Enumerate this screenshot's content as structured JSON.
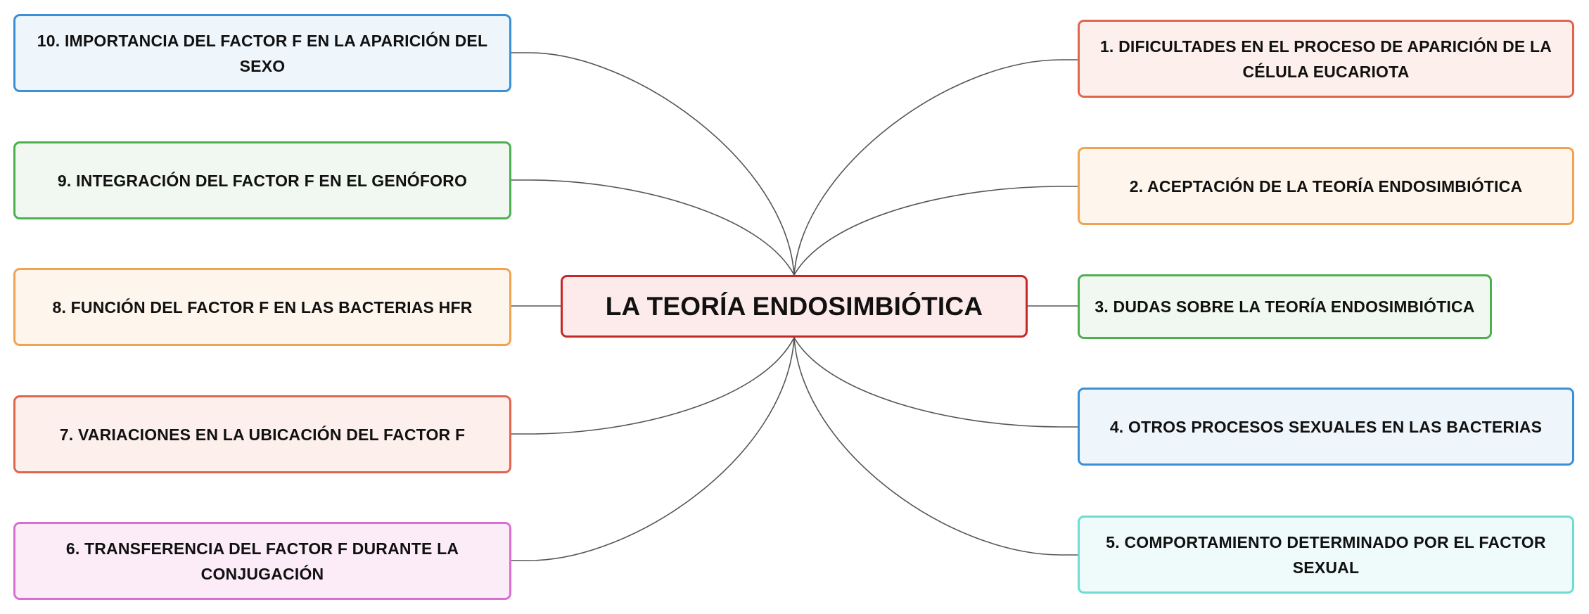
{
  "central": {
    "label": "LA TEORÍA ENDOSIMBIÓTICA",
    "fill": "#fdeaea",
    "border": "#c62828"
  },
  "branches": [
    {
      "id": "node-1",
      "label": "1. DIFICULTADES EN EL PROCESO DE APARICIÓN DE LA CÉLULA EUCARIOTA",
      "fill": "#fdf0ec",
      "border": "#e0654f"
    },
    {
      "id": "node-2",
      "label": "2. ACEPTACIÓN DE LA TEORÍA ENDOSIMBIÓTICA",
      "fill": "#fef5ec",
      "border": "#f0a452"
    },
    {
      "id": "node-3",
      "label": "3. DUDAS SOBRE LA TEORÍA ENDOSIMBIÓTICA",
      "fill": "#f1f8f1",
      "border": "#4caf50"
    },
    {
      "id": "node-4",
      "label": "4. OTROS PROCESOS SEXUALES EN LAS BACTERIAS",
      "fill": "#eef6fc",
      "border": "#3a8fd6"
    },
    {
      "id": "node-5",
      "label": "5. COMPORTAMIENTO DETERMINADO POR EL FACTOR SEXUAL",
      "fill": "#effbfa",
      "border": "#6fdcd2"
    },
    {
      "id": "node-6",
      "label": "6. TRANSFERENCIA DEL FACTOR F DURANTE LA CONJUGACIÓN",
      "fill": "#fbecf8",
      "border": "#d86fd1"
    },
    {
      "id": "node-7",
      "label": "7. VARIACIONES EN LA UBICACIÓN DEL FACTOR F",
      "fill": "#fdf0ec",
      "border": "#e0654f"
    },
    {
      "id": "node-8",
      "label": "8. FUNCIÓN DEL FACTOR F EN LAS BACTERIAS HFR",
      "fill": "#fef5ec",
      "border": "#f0a452"
    },
    {
      "id": "node-9",
      "label": "9. INTEGRACIÓN DEL FACTOR F EN EL GENÓFORO",
      "fill": "#f1f8f1",
      "border": "#4caf50"
    },
    {
      "id": "node-10",
      "label": "10. IMPORTANCIA DEL FACTOR F EN LA APARICIÓN DEL SEXO",
      "fill": "#eef6fc",
      "border": "#3a8fd6"
    }
  ],
  "connector_color": "#555555"
}
